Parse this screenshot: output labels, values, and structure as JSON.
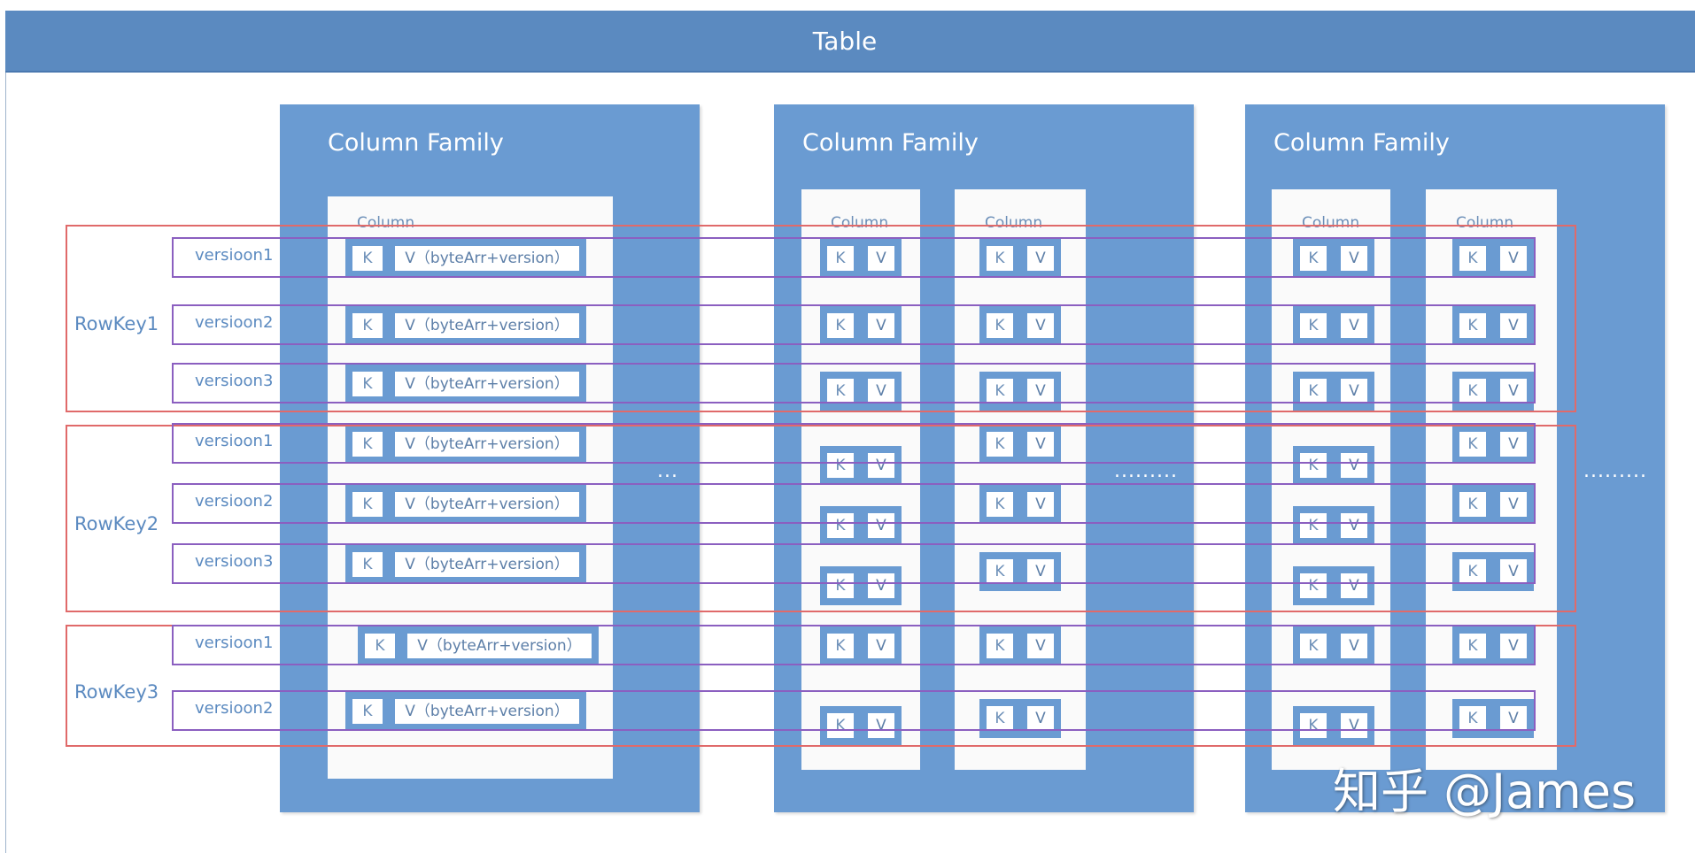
{
  "table_title": "Table",
  "column_families": [
    {
      "title": "Column Family",
      "columns": [
        {
          "title": "Column"
        }
      ],
      "more": "..."
    },
    {
      "title": "Column Family",
      "columns": [
        {
          "title": "Column"
        },
        {
          "title": "Column"
        }
      ],
      "more": "........."
    },
    {
      "title": "Column Family",
      "columns": [
        {
          "title": "Column"
        },
        {
          "title": "Column"
        }
      ],
      "more": "........."
    }
  ],
  "cell_labels": {
    "key": "K",
    "value": "V",
    "value_long": "V（byteArr+version）"
  },
  "row_keys": [
    {
      "label": "RowKey1",
      "versions": [
        "versioon1",
        "versioon2",
        "versioon3"
      ]
    },
    {
      "label": "RowKey2",
      "versions": [
        "versioon1",
        "versioon2",
        "versioon3"
      ]
    },
    {
      "label": "RowKey3",
      "versions": [
        "versioon1",
        "versioon2"
      ]
    }
  ],
  "watermark": "知乎 @James",
  "colors": {
    "header_blue": "#5b8ac0",
    "family_blue": "#6a9bd2",
    "rowkey_red": "#e06a6a",
    "version_purple": "#8b5fc0"
  }
}
